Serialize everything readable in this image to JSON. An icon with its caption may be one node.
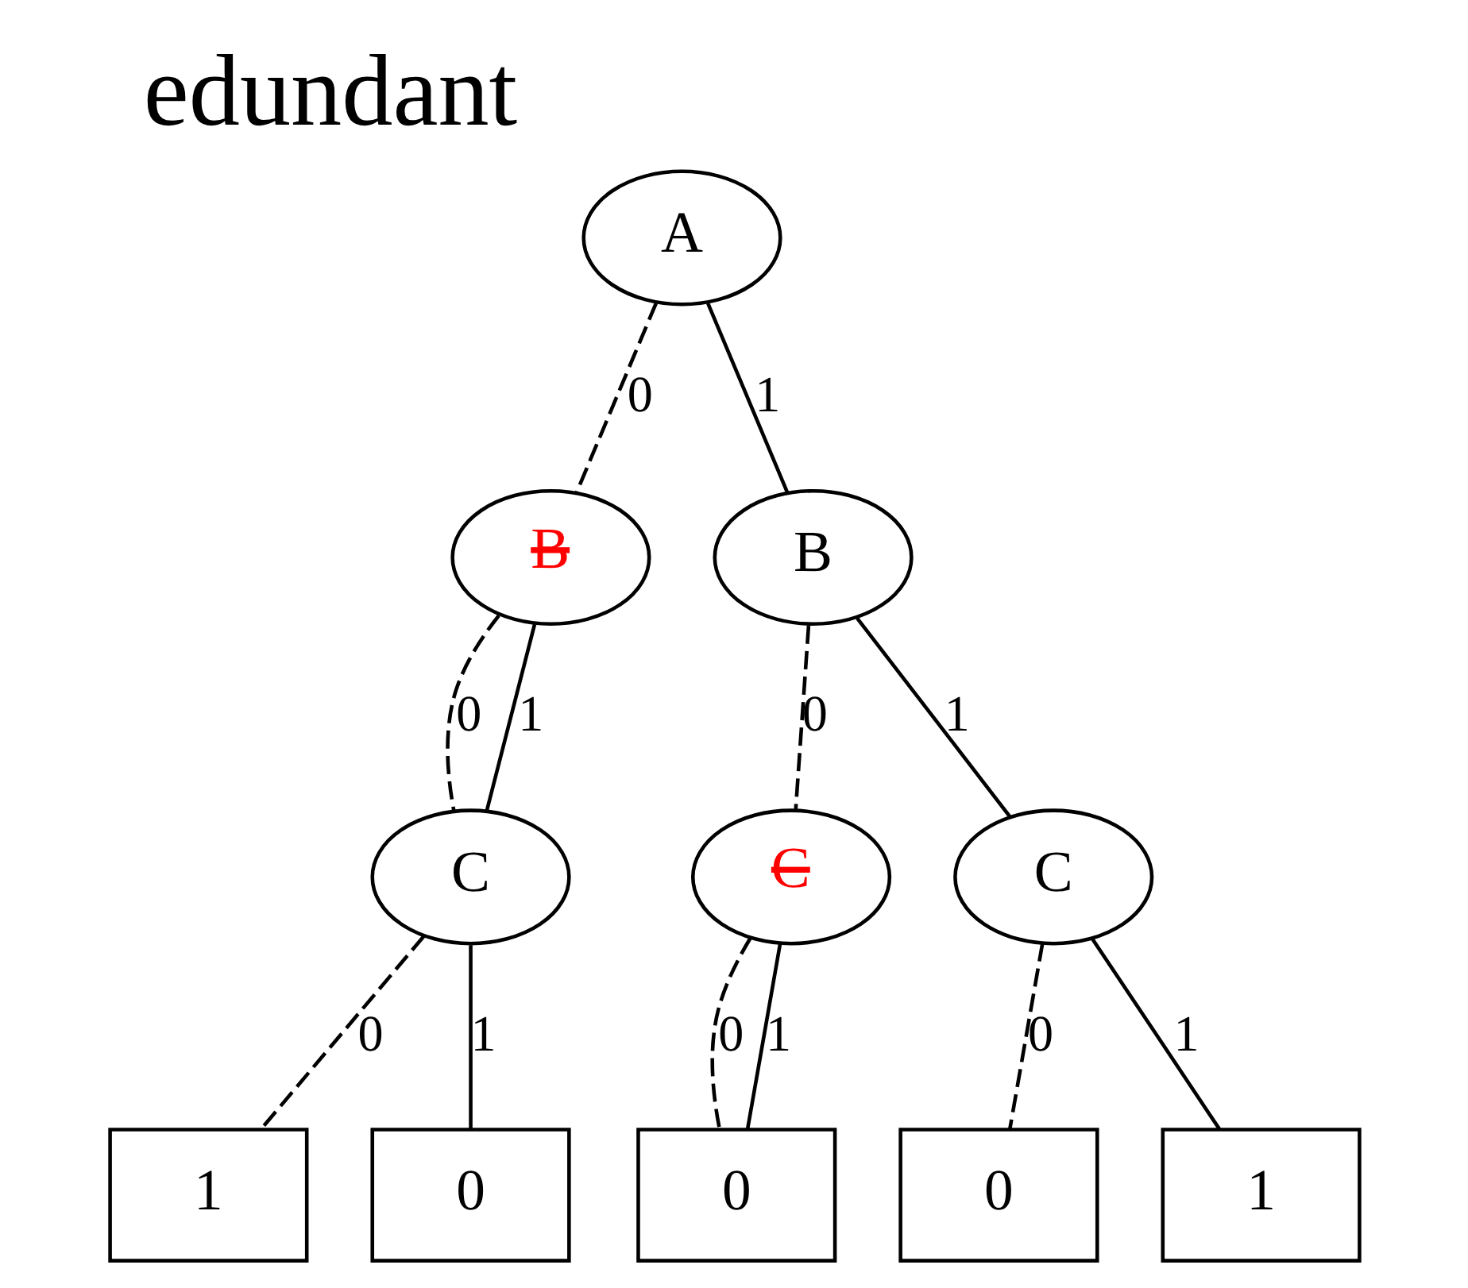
{
  "diagram": {
    "title": "edundant",
    "nodes": [
      {
        "text": [
          "A"
        ]
      },
      {
        "text": [
          "B"
        ]
      },
      {
        "text": [
          "B"
        ]
      },
      {
        "text": [
          "C"
        ]
      },
      {
        "text": [
          "C"
        ]
      },
      {
        "text": [
          "C"
        ]
      },
      {
        "text": [
          "1"
        ]
      },
      {
        "text": [
          "0"
        ]
      },
      {
        "text": [
          "0"
        ]
      },
      {
        "text": [
          "0"
        ]
      },
      {
        "text": [
          "1"
        ]
      }
    ],
    "edges": [
      {
        "from": 0,
        "to": 1,
        "arrow": "none",
        "label": "0",
        "style": "dashed"
      },
      {
        "from": 0,
        "to": 2,
        "arrow": "none",
        "label": "1"
      },
      {
        "from": 1,
        "to": 3,
        "arrow": "none",
        "label": "0",
        "style": "dashed"
      },
      {
        "from": 1,
        "to": 3,
        "arrow": "none",
        "label": "1"
      },
      {
        "from": 2,
        "to": 4,
        "arrow": "none",
        "label": "0",
        "style": "dashed"
      },
      {
        "from": 2,
        "to": 5,
        "arrow": "none",
        "label": "1"
      },
      {
        "from": 3,
        "to": 6,
        "arrow": "none",
        "label": "0",
        "style": "dashed"
      },
      {
        "from": 3,
        "to": 7,
        "arrow": "none",
        "label": "1"
      },
      {
        "from": 4,
        "to": 8,
        "arrow": "none",
        "label": "0",
        "style": "dashed"
      },
      {
        "from": 4,
        "to": 8,
        "arrow": "none",
        "label": "1"
      },
      {
        "from": 5,
        "to": 9,
        "arrow": "none",
        "label": "0",
        "style": "dashed"
      },
      {
        "from": 5,
        "to": 10,
        "arrow": "none",
        "label": "1"
      }
    ]
  }
}
